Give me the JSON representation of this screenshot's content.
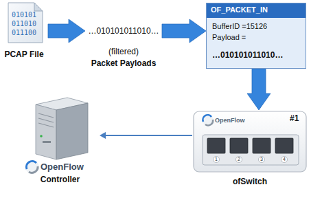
{
  "diagram": {
    "nodes": [
      {
        "text": [
          "010101 011010 011100",
          "PCAP File"
        ]
      },
      {
        "text": [
          "…010101011010…",
          "(filtered)",
          "Packet Payloads"
        ]
      },
      {
        "text": [
          "OF_PACKET_IN",
          "BufferID =15126",
          "Payload =",
          "…010101011010…"
        ]
      },
      {
        "text": [
          "OpenFlow",
          "#1",
          "1",
          "2",
          "3",
          "4",
          "ofSwitch"
        ]
      },
      {
        "text": [
          "OpenFlow",
          "Controller"
        ]
      }
    ],
    "edges": [
      {
        "from": 0,
        "to": 1,
        "arrow": "to"
      },
      {
        "from": 1,
        "to": 2,
        "arrow": "to"
      },
      {
        "from": 2,
        "to": 3,
        "arrow": "to"
      },
      {
        "from": 3,
        "to": 4,
        "arrow": "to"
      }
    ]
  }
}
